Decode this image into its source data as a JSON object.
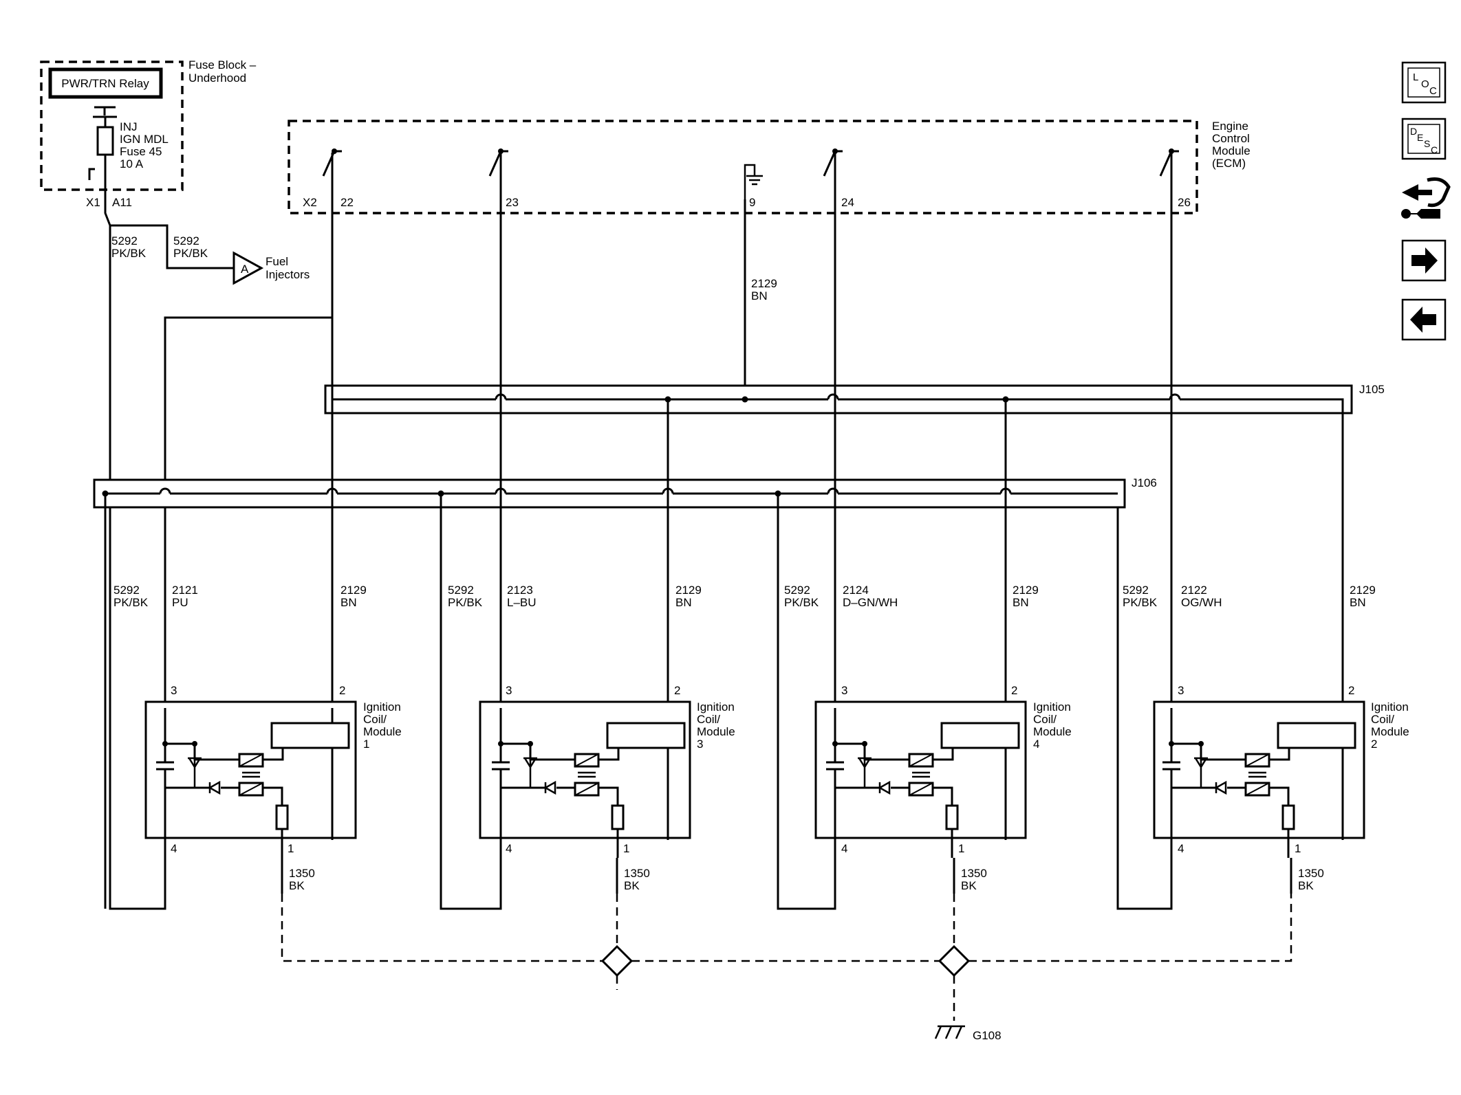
{
  "fuse_block": {
    "relay": "PWR/TRN Relay",
    "title_lines": [
      "Fuse Block –",
      "Underhood"
    ],
    "fuse_lines": [
      "INJ",
      "IGN MDL",
      "Fuse 45",
      "10 A"
    ],
    "connector": "X1",
    "pin": "A11"
  },
  "ecm": {
    "title_lines": [
      "Engine",
      "Control",
      "Module",
      "(ECM)"
    ],
    "connector": "X2",
    "pins": [
      "22",
      "23",
      "9",
      "24",
      "26"
    ]
  },
  "wires": {
    "feed_a": [
      "5292",
      "PK/BK"
    ],
    "feed_b": [
      "5292",
      "PK/BK"
    ],
    "ground_trunk": [
      "2129",
      "BN"
    ],
    "coil1": {
      "pwr": [
        "5292",
        "PK/BK"
      ],
      "sig": [
        "2121",
        "PU"
      ],
      "lo": [
        "2129",
        "BN"
      ]
    },
    "coil3": {
      "pwr": [
        "5292",
        "PK/BK"
      ],
      "sig": [
        "2123",
        "L–BU"
      ],
      "lo": [
        "2129",
        "BN"
      ]
    },
    "coil4": {
      "pwr": [
        "5292",
        "PK/BK"
      ],
      "sig": [
        "2124",
        "D–GN/WH"
      ],
      "lo": [
        "2129",
        "BN"
      ]
    },
    "coil2": {
      "pwr": [
        "5292",
        "PK/BK"
      ],
      "sig": [
        "2122",
        "OG/WH"
      ],
      "lo": [
        "2129",
        "BN"
      ]
    },
    "ground": [
      "1350",
      "BK"
    ]
  },
  "injectors": {
    "ref": "A",
    "label": [
      "Fuel",
      "Injectors"
    ]
  },
  "splices": {
    "upper": "J105",
    "lower": "J106"
  },
  "coils": [
    {
      "title": [
        "Ignition",
        "Coil/",
        "Module",
        "1"
      ],
      "pins": [
        "3",
        "2",
        "4",
        "1"
      ]
    },
    {
      "title": [
        "Ignition",
        "Coil/",
        "Module",
        "3"
      ],
      "pins": [
        "3",
        "2",
        "4",
        "1"
      ]
    },
    {
      "title": [
        "Ignition",
        "Coil/",
        "Module",
        "4"
      ],
      "pins": [
        "3",
        "2",
        "4",
        "1"
      ]
    },
    {
      "title": [
        "Ignition",
        "Coil/",
        "Module",
        "2"
      ],
      "pins": [
        "3",
        "2",
        "4",
        "1"
      ]
    }
  ],
  "ground_ref": "G108",
  "nav": {
    "loc": [
      "L",
      "O",
      "C"
    ],
    "desc": [
      "D",
      "E",
      "S",
      "C"
    ]
  }
}
